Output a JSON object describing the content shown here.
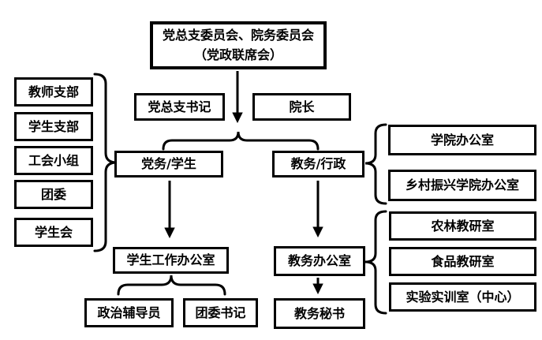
{
  "boxes": {
    "joint_committee": {
      "line1": "党总支委员会、院务委员会",
      "line2": "（党政联席会）"
    },
    "party_secretary": "党总支书记",
    "dean": "院长",
    "party_affairs": "党务/学生",
    "academic_affairs": "教务/行政",
    "student_work_office": "学生工作办公室",
    "political_counselor": "政治辅导员",
    "youth_league_secretary": "团委书记",
    "academic_office": "教务办公室",
    "academic_secretary": "教务秘书"
  },
  "left_group": {
    "items": [
      "教师支部",
      "学生支部",
      "工会小组",
      "团委",
      "学生会"
    ]
  },
  "right_top_group": {
    "items": [
      "学院办公室",
      "乡村振兴学院办公室"
    ]
  },
  "right_bottom_group": {
    "items": [
      "农林教研室",
      "食品教研室",
      "实验实训室（中心）"
    ]
  },
  "colors": {
    "line": "#000000",
    "background": "#ffffff",
    "text": "#000000"
  }
}
